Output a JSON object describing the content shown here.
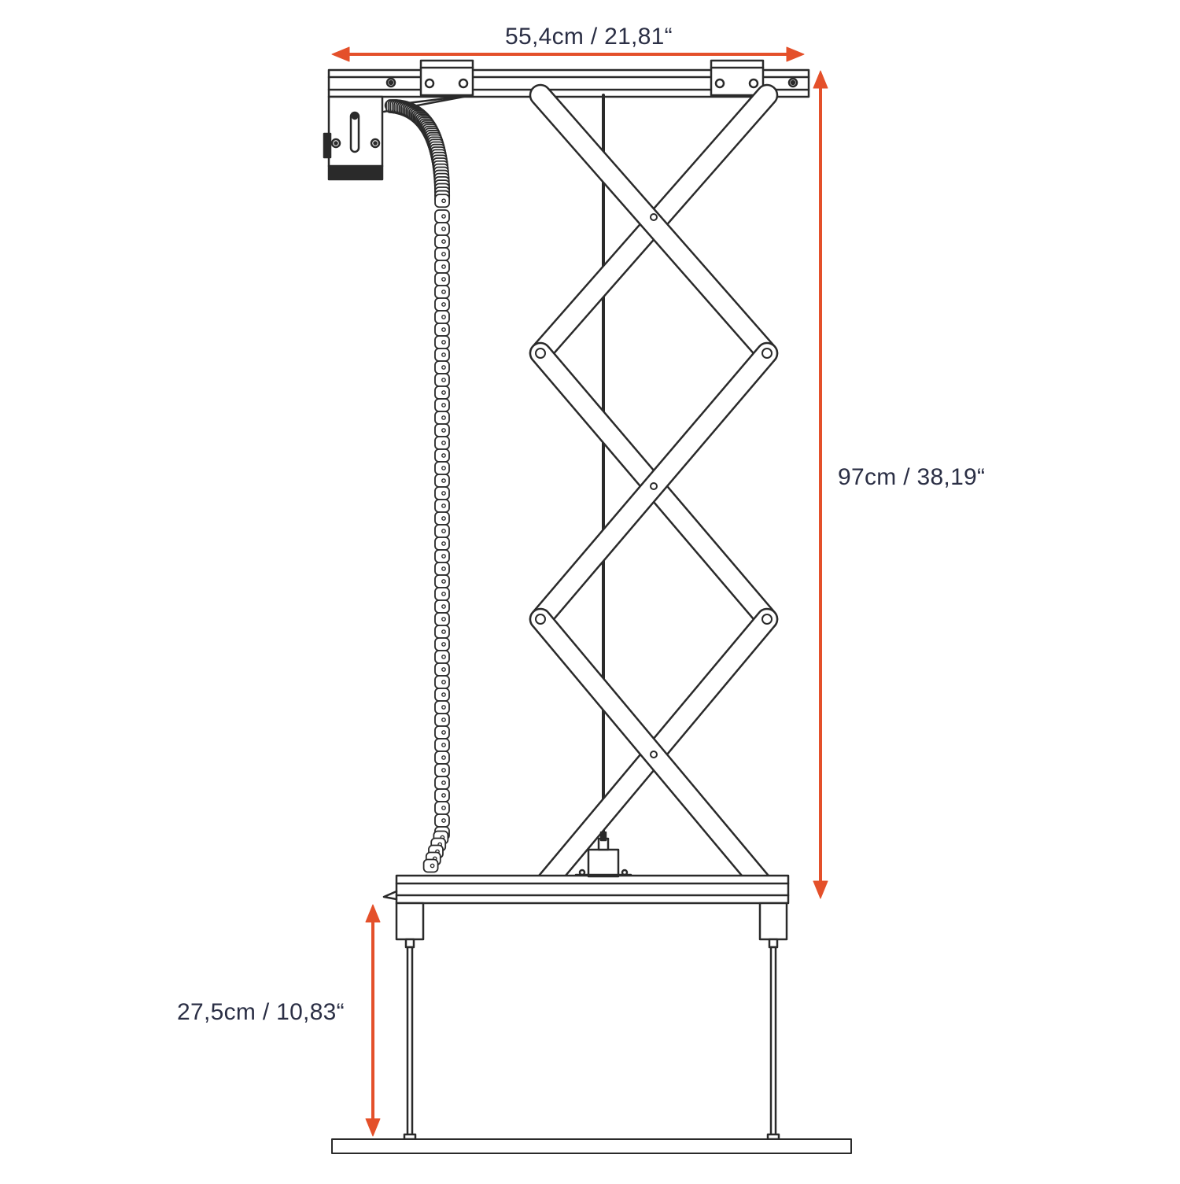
{
  "dimensions": {
    "width": "55,4cm / 21,81“",
    "height": "97cm / 38,19“",
    "drop": "27,5cm / 10,83“"
  },
  "colors": {
    "arrow": "#e4502a",
    "line": "#2a2a2a",
    "label": "#2b2f45"
  }
}
